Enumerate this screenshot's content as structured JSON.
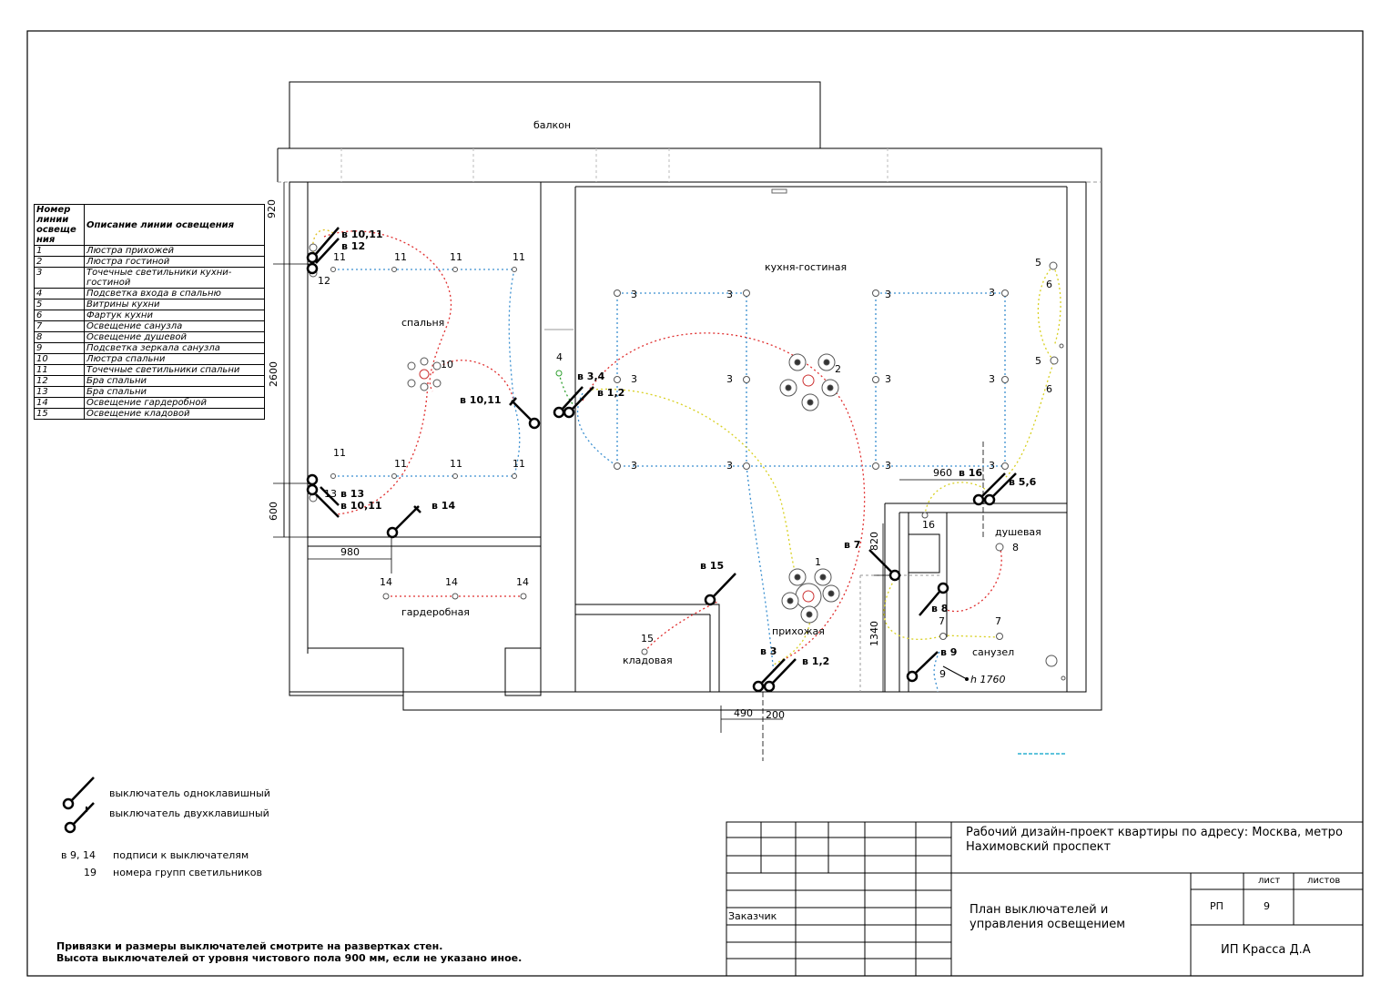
{
  "rooms": {
    "balcony": "балкон",
    "bedroom": "спальня",
    "kitchen_living": "кухня-гостиная",
    "wardrobe": "гардеробная",
    "storage": "кладовая",
    "hallway": "прихожая",
    "shower": "душевая",
    "bathroom": "санузел"
  },
  "dimensions": {
    "d920": "920",
    "d2600": "2600",
    "d600": "600",
    "d980": "980",
    "d960": "960",
    "d820": "820",
    "d1340": "1340",
    "d490": "490",
    "d200": "200"
  },
  "switch_labels": {
    "s_10_11_top": "в 10,11",
    "s_12": "в 12",
    "s_10_11_mid": "в 10,11",
    "s_13": "в 13",
    "s_10_11_bot": "в 10,11",
    "s_14": "в 14",
    "s_3_4": "в 3,4",
    "s_1_2_top": "в 1,2",
    "s_15": "в 15",
    "s_7": "в 7",
    "s_8": "в 8",
    "s_9": "в 9",
    "s_3": "в 3",
    "s_1_2_bot": "в 1,2",
    "s_16": "в 16",
    "s_5_6": "в 5,6"
  },
  "height_note": "h 1760",
  "lighting_table": {
    "header_num": "Номер линии освеще ния",
    "header_desc": "Описание линии освещения",
    "rows": [
      {
        "num": "1",
        "desc": "Люстра прихожей"
      },
      {
        "num": "2",
        "desc": "Люстра гостиной"
      },
      {
        "num": "3",
        "desc": "Точечные светильники кухни-гостиной"
      },
      {
        "num": "4",
        "desc": "Подсветка входа в спальню"
      },
      {
        "num": "5",
        "desc": "Витрины кухни"
      },
      {
        "num": "6",
        "desc": "Фартук кухни"
      },
      {
        "num": "7",
        "desc": "Освещение санузла"
      },
      {
        "num": "8",
        "desc": "Освещение душевой"
      },
      {
        "num": "9",
        "desc": "Подсветка зеркала санузла"
      },
      {
        "num": "10",
        "desc": "Люстра спальни"
      },
      {
        "num": "11",
        "desc": "Точечные светильники спальни"
      },
      {
        "num": "12",
        "desc": "Бра спальни"
      },
      {
        "num": "13",
        "desc": "Бра спальни"
      },
      {
        "num": "14",
        "desc": "Освещение гардеробной"
      },
      {
        "num": "15",
        "desc": "Освещение кладовой"
      }
    ]
  },
  "legend": {
    "single_switch": "выключатель одноклавишный",
    "double_switch": "выключатель двухклавишный",
    "label_sample": "в 9, 14",
    "label_desc": "подписи к выключателям",
    "group_sample": "19",
    "group_desc": "номера групп светильников"
  },
  "notes": {
    "line1": "Привязки и размеры выключателей смотрите на развертках стен.",
    "line2": "Высота выключателей от уровня чистового пола 900 мм, если не указано иное."
  },
  "title_block": {
    "project_line1": "Рабочий дизайн-проект квартиры по адресу: Москва, метро",
    "project_line2": "Нахимовский проспект",
    "sheet_title_line1": "План выключателей и",
    "sheet_title_line2": "управления освещением",
    "customer": "Заказчик",
    "sheet_header": "лист",
    "sheets_header": "листов",
    "stage": "РП",
    "sheet_number": "9",
    "author": "ИП Красса Д.А"
  },
  "colors": {
    "line_red": "#e03030",
    "line_blue": "#3a8fd0",
    "line_yellow": "#d8d020",
    "line_green": "#30a030",
    "wall": "#000000"
  }
}
